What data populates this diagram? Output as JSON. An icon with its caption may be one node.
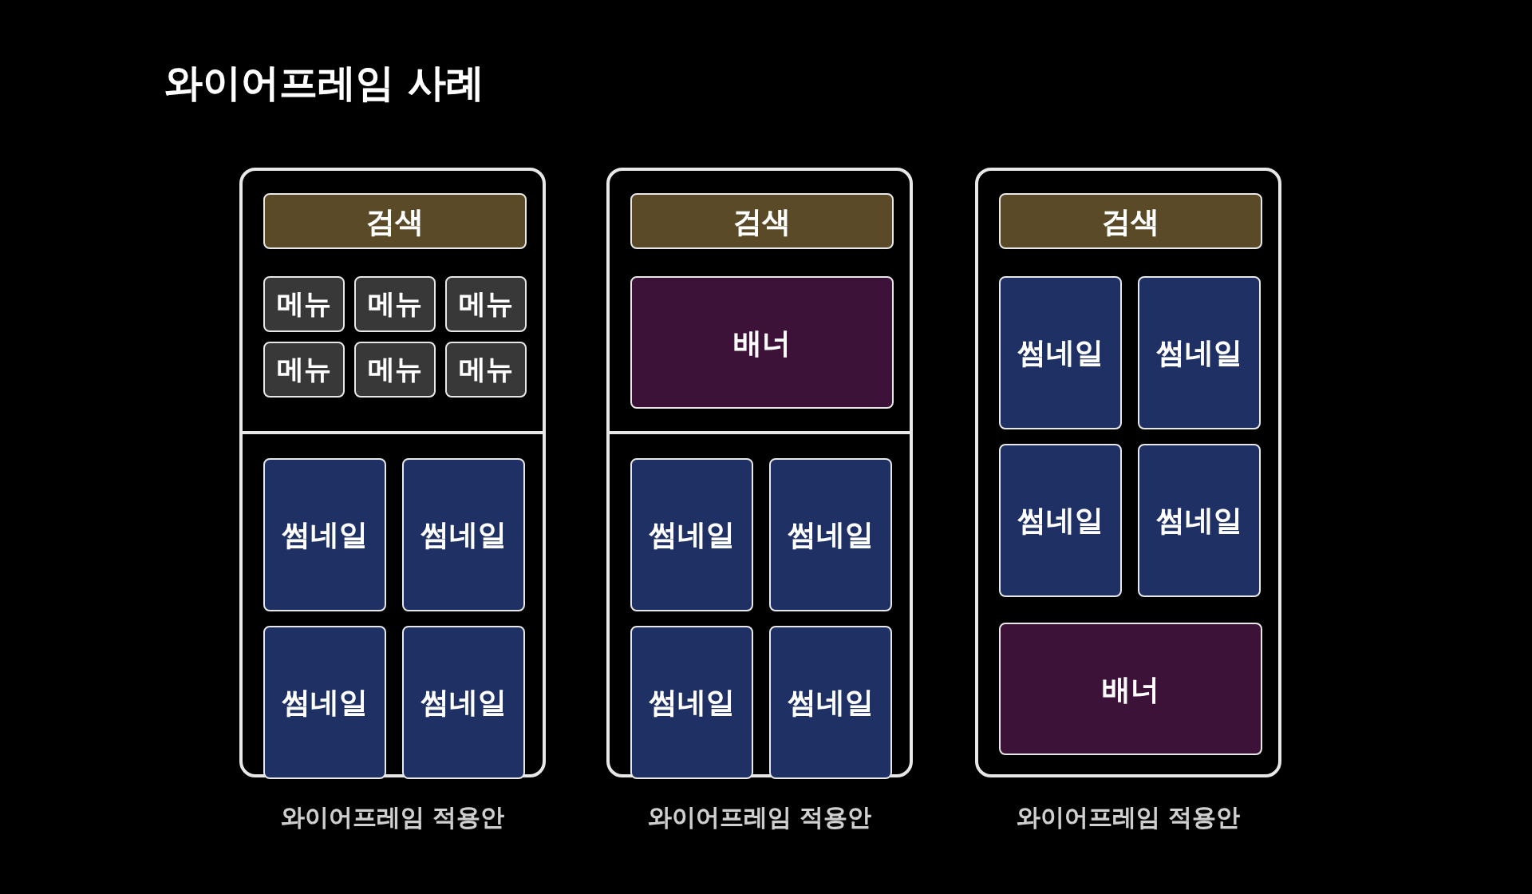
{
  "diagram": {
    "title": "와이어프레임 사례",
    "nodes": [
      {
        "text": [],
        "shape": "box",
        "beside": [
          "와이어프레임 적용안"
        ]
      },
      {
        "text": [
          "검색"
        ],
        "in": 0
      },
      {
        "text": [
          "메뉴"
        ],
        "in": 0
      },
      {
        "text": [
          "메뉴"
        ],
        "in": 0
      },
      {
        "text": [
          "메뉴"
        ],
        "in": 0
      },
      {
        "text": [
          "메뉴"
        ],
        "in": 0
      },
      {
        "text": [
          "메뉴"
        ],
        "in": 0
      },
      {
        "text": [
          "메뉴"
        ],
        "in": 0
      },
      {
        "text": [
          "썸네일"
        ],
        "in": 0
      },
      {
        "text": [
          "썸네일"
        ],
        "in": 0
      },
      {
        "text": [
          "썸네일"
        ],
        "in": 0
      },
      {
        "text": [
          "썸네일"
        ],
        "in": 0
      },
      {
        "text": [],
        "shape": "box",
        "beside": [
          "와이어프레임 적용안"
        ]
      },
      {
        "text": [
          "검색"
        ],
        "in": 12
      },
      {
        "text": [
          "배너"
        ],
        "in": 12
      },
      {
        "text": [
          "썸네일"
        ],
        "in": 12
      },
      {
        "text": [
          "썸네일"
        ],
        "in": 12
      },
      {
        "text": [
          "썸네일"
        ],
        "in": 12
      },
      {
        "text": [
          "썸네일"
        ],
        "in": 12
      },
      {
        "text": [],
        "shape": "box",
        "beside": [
          "와이어프레임 적용안"
        ]
      },
      {
        "text": [
          "검색"
        ],
        "in": 19
      },
      {
        "text": [
          "썸네일"
        ],
        "in": 19
      },
      {
        "text": [
          "썸네일"
        ],
        "in": 19
      },
      {
        "text": [
          "썸네일"
        ],
        "in": 19
      },
      {
        "text": [
          "썸네일"
        ],
        "in": 19
      },
      {
        "text": [
          "배너"
        ],
        "in": 19
      }
    ]
  }
}
